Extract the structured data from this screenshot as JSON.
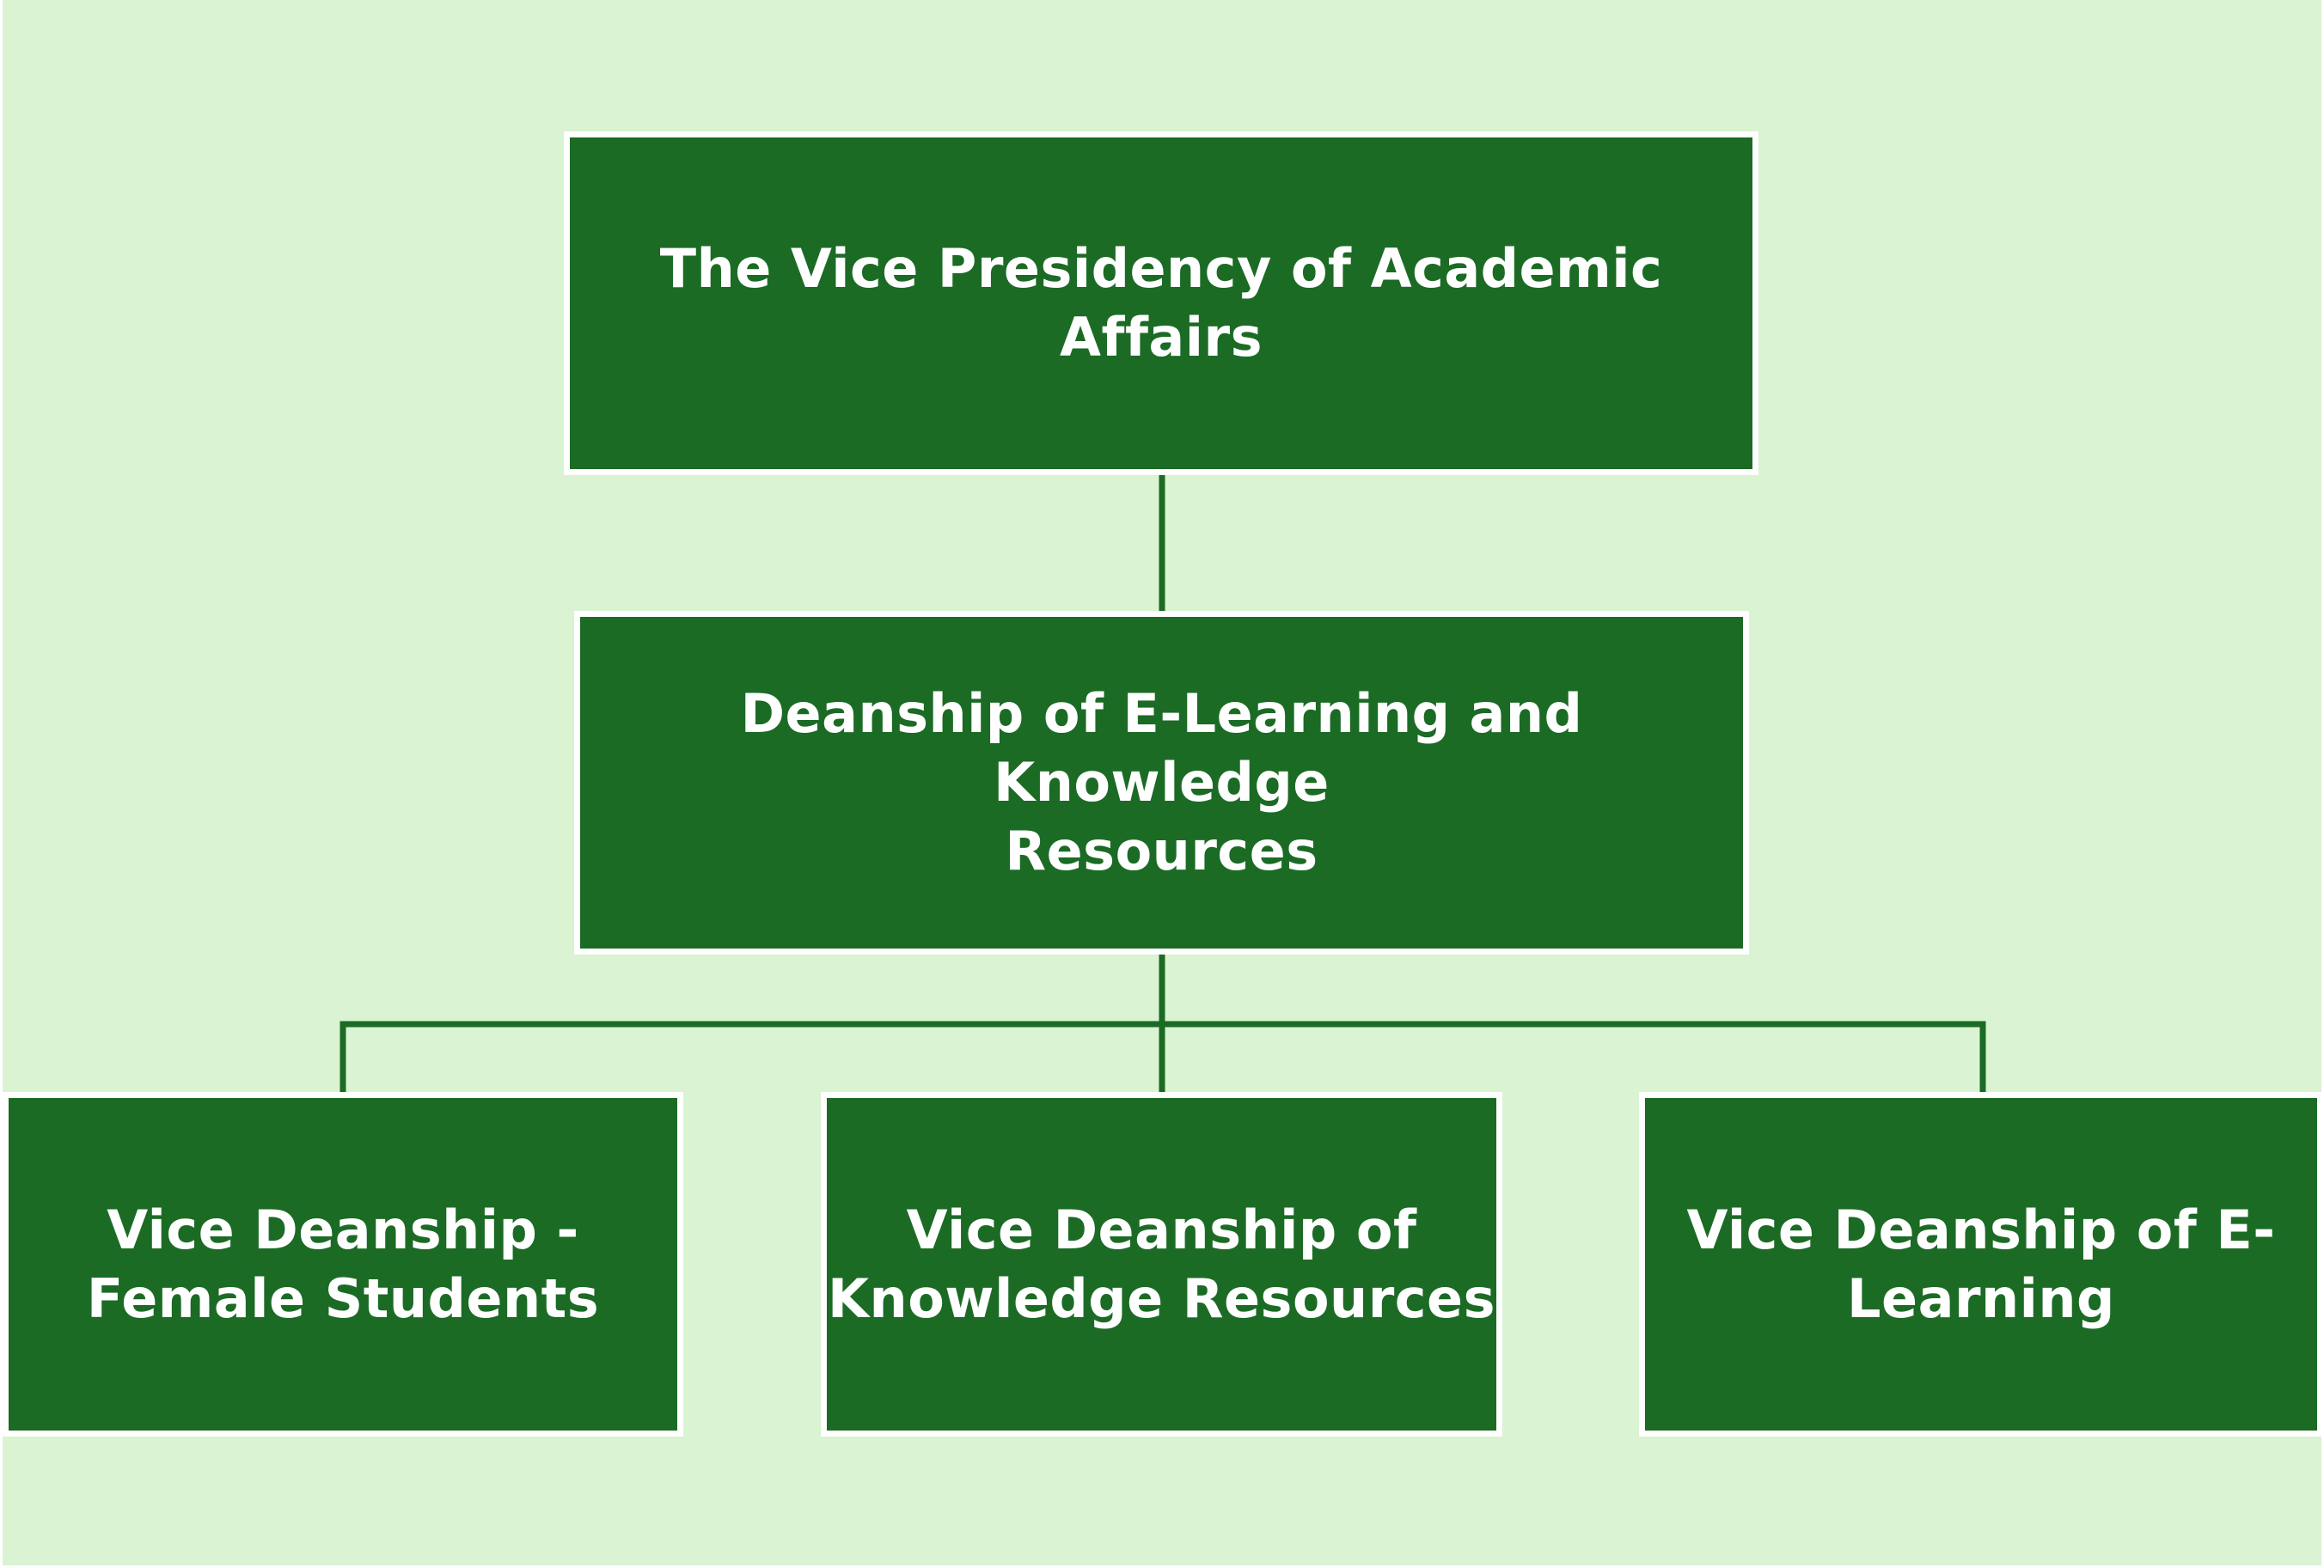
{
  "colors": {
    "background": "#daf3d3",
    "box_fill": "#1b6b25",
    "box_border": "#ffffff",
    "connector": "#1b6b25",
    "text": "#ffffff"
  },
  "org_chart": {
    "root": {
      "label": "The Vice Presidency of Academic Affairs"
    },
    "deanship": {
      "label": "Deanship of E-Learning and Knowledge\nResources"
    },
    "vice_deanships": [
      {
        "label": "Vice Deanship -\nFemale Students"
      },
      {
        "label": "Vice Deanship of\nKnowledge Resources"
      },
      {
        "label": "Vice Deanship of E-\nLearning"
      }
    ]
  }
}
